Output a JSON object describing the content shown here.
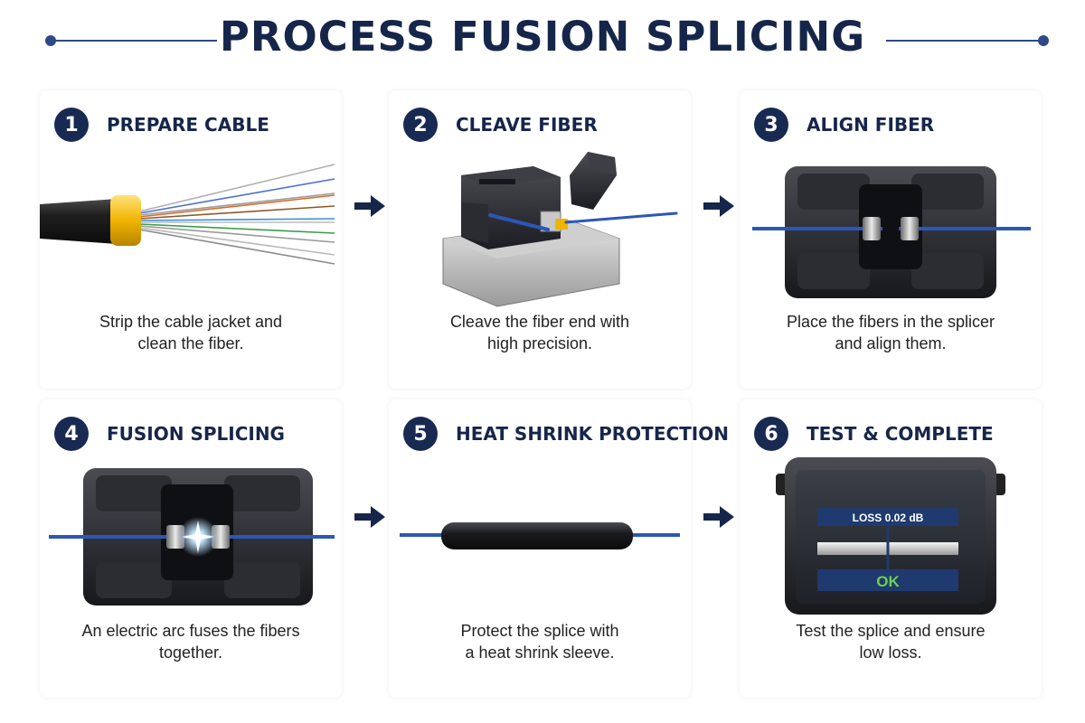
{
  "title": "PROCESS FUSION SPLICING",
  "colors": {
    "navy": "#16264a",
    "accent": "#2e4a86",
    "fiber": "#2c57b8",
    "ok": "#6fd14a"
  },
  "steps": [
    {
      "number": "1",
      "title": "PREPARE CABLE",
      "desc1": "Strip the cable jacket and",
      "desc2": "clean the fiber.",
      "icon": "fiber-cable-icon"
    },
    {
      "number": "2",
      "title": "CLEAVE FIBER",
      "desc1": "Cleave the fiber end with",
      "desc2": "high precision.",
      "icon": "fiber-cleaver-icon"
    },
    {
      "number": "3",
      "title": "ALIGN FIBER",
      "desc1": "Place the fibers in the splicer",
      "desc2": "and align them.",
      "icon": "splicer-align-icon"
    },
    {
      "number": "4",
      "title": "FUSION SPLICING",
      "desc1": "An electric arc fuses the fibers",
      "desc2": "together.",
      "icon": "electric-arc-icon"
    },
    {
      "number": "5",
      "title": "HEAT SHRINK PROTECTION",
      "desc1": "Protect the splice with",
      "desc2": "a heat shrink sleeve.",
      "icon": "heat-shrink-sleeve-icon"
    },
    {
      "number": "6",
      "title": "TEST & COMPLETE",
      "desc1": "Test the splice and ensure",
      "desc2": "low loss.",
      "icon": "splice-tester-icon"
    }
  ],
  "screen": {
    "loss_label": "LOSS 0.02 dB",
    "status": "OK"
  }
}
